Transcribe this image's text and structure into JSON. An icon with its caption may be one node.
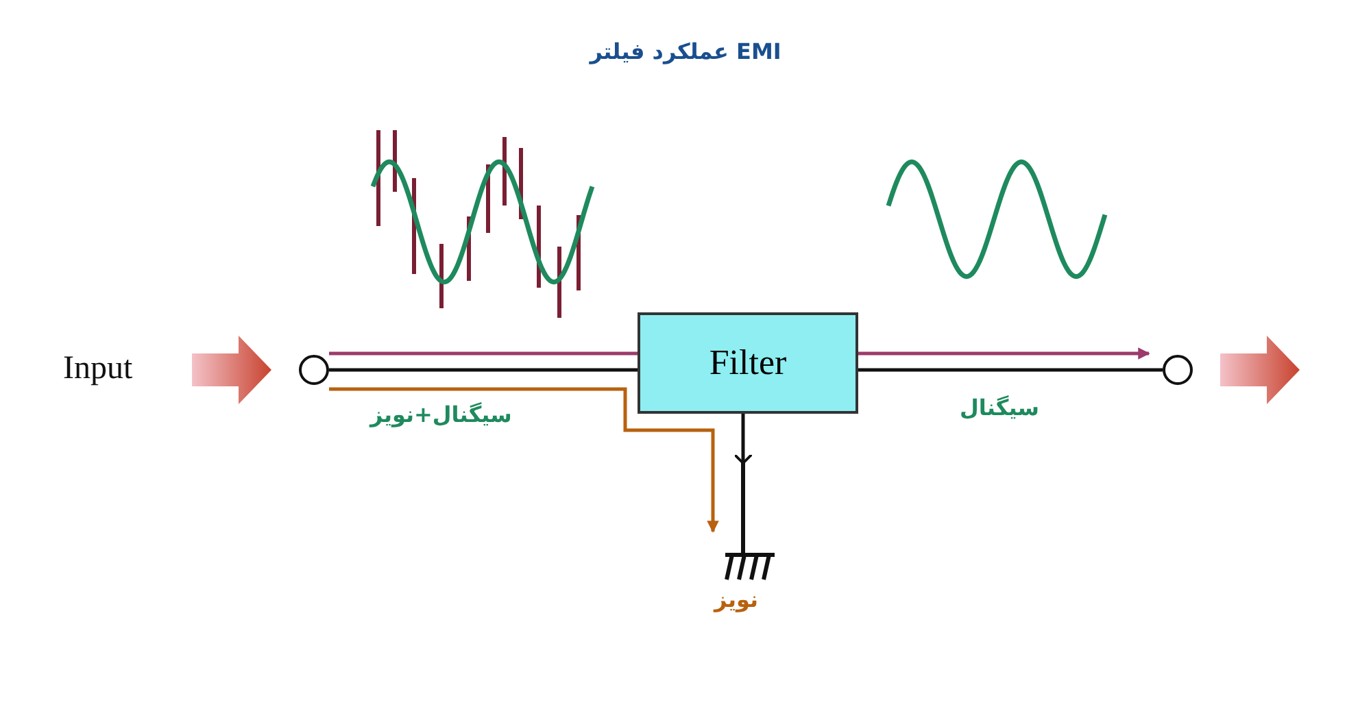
{
  "diagram": {
    "title": "عملکرد فیلتر EMI",
    "nodes": [
      {
        "text": [],
        "shape": "circle"
      },
      {
        "text": [
          "Filter"
        ]
      },
      {
        "text": [],
        "shape": "circle"
      },
      {
        "text": [],
        "shape": "ground",
        "beside": [
          "نویز"
        ]
      }
    ],
    "edges": [
      {
        "from": 0,
        "to": 1,
        "arrow": "none"
      },
      {
        "from": 1,
        "to": 2,
        "arrow": "none"
      },
      {
        "from": 0,
        "to": 1,
        "arrow": "none",
        "color": "#9c3a6b"
      },
      {
        "from": 1,
        "to": 2,
        "arrow": "to",
        "color": "#9c3a6b"
      },
      {
        "from": 0,
        "to": 3,
        "arrow": "to",
        "color": "#b8610e"
      },
      {
        "from": 1,
        "to": 3,
        "arrow": "to"
      }
    ],
    "labels": [
      "Input",
      "سیگنال+نویز",
      "سیگنال"
    ]
  }
}
